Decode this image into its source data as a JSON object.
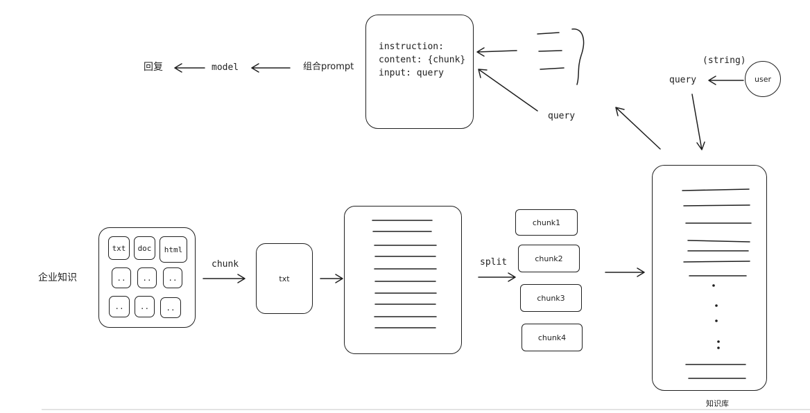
{
  "top_row": {
    "reply": "回复",
    "model": "model",
    "combine_prompt": "组合prompt",
    "prompt_lines": [
      "instruction:",
      "content: {chunk}",
      "input: query"
    ],
    "query_mid": "query",
    "query_right": "query",
    "string_label": "(string)",
    "user": "user"
  },
  "bottom_row": {
    "enterprise_knowledge": "企业知识",
    "file_types": [
      "txt",
      "doc",
      "html"
    ],
    "placeholder_cells": [
      "..",
      "..",
      "..",
      "..",
      "..",
      ".."
    ],
    "chunk_arrow_label": "chunk",
    "txt_box": "txt",
    "split_label": "split",
    "chunks": [
      "chunk1",
      "chunk2",
      "chunk3",
      "chunk4"
    ],
    "knowledge_base": "知识库"
  }
}
